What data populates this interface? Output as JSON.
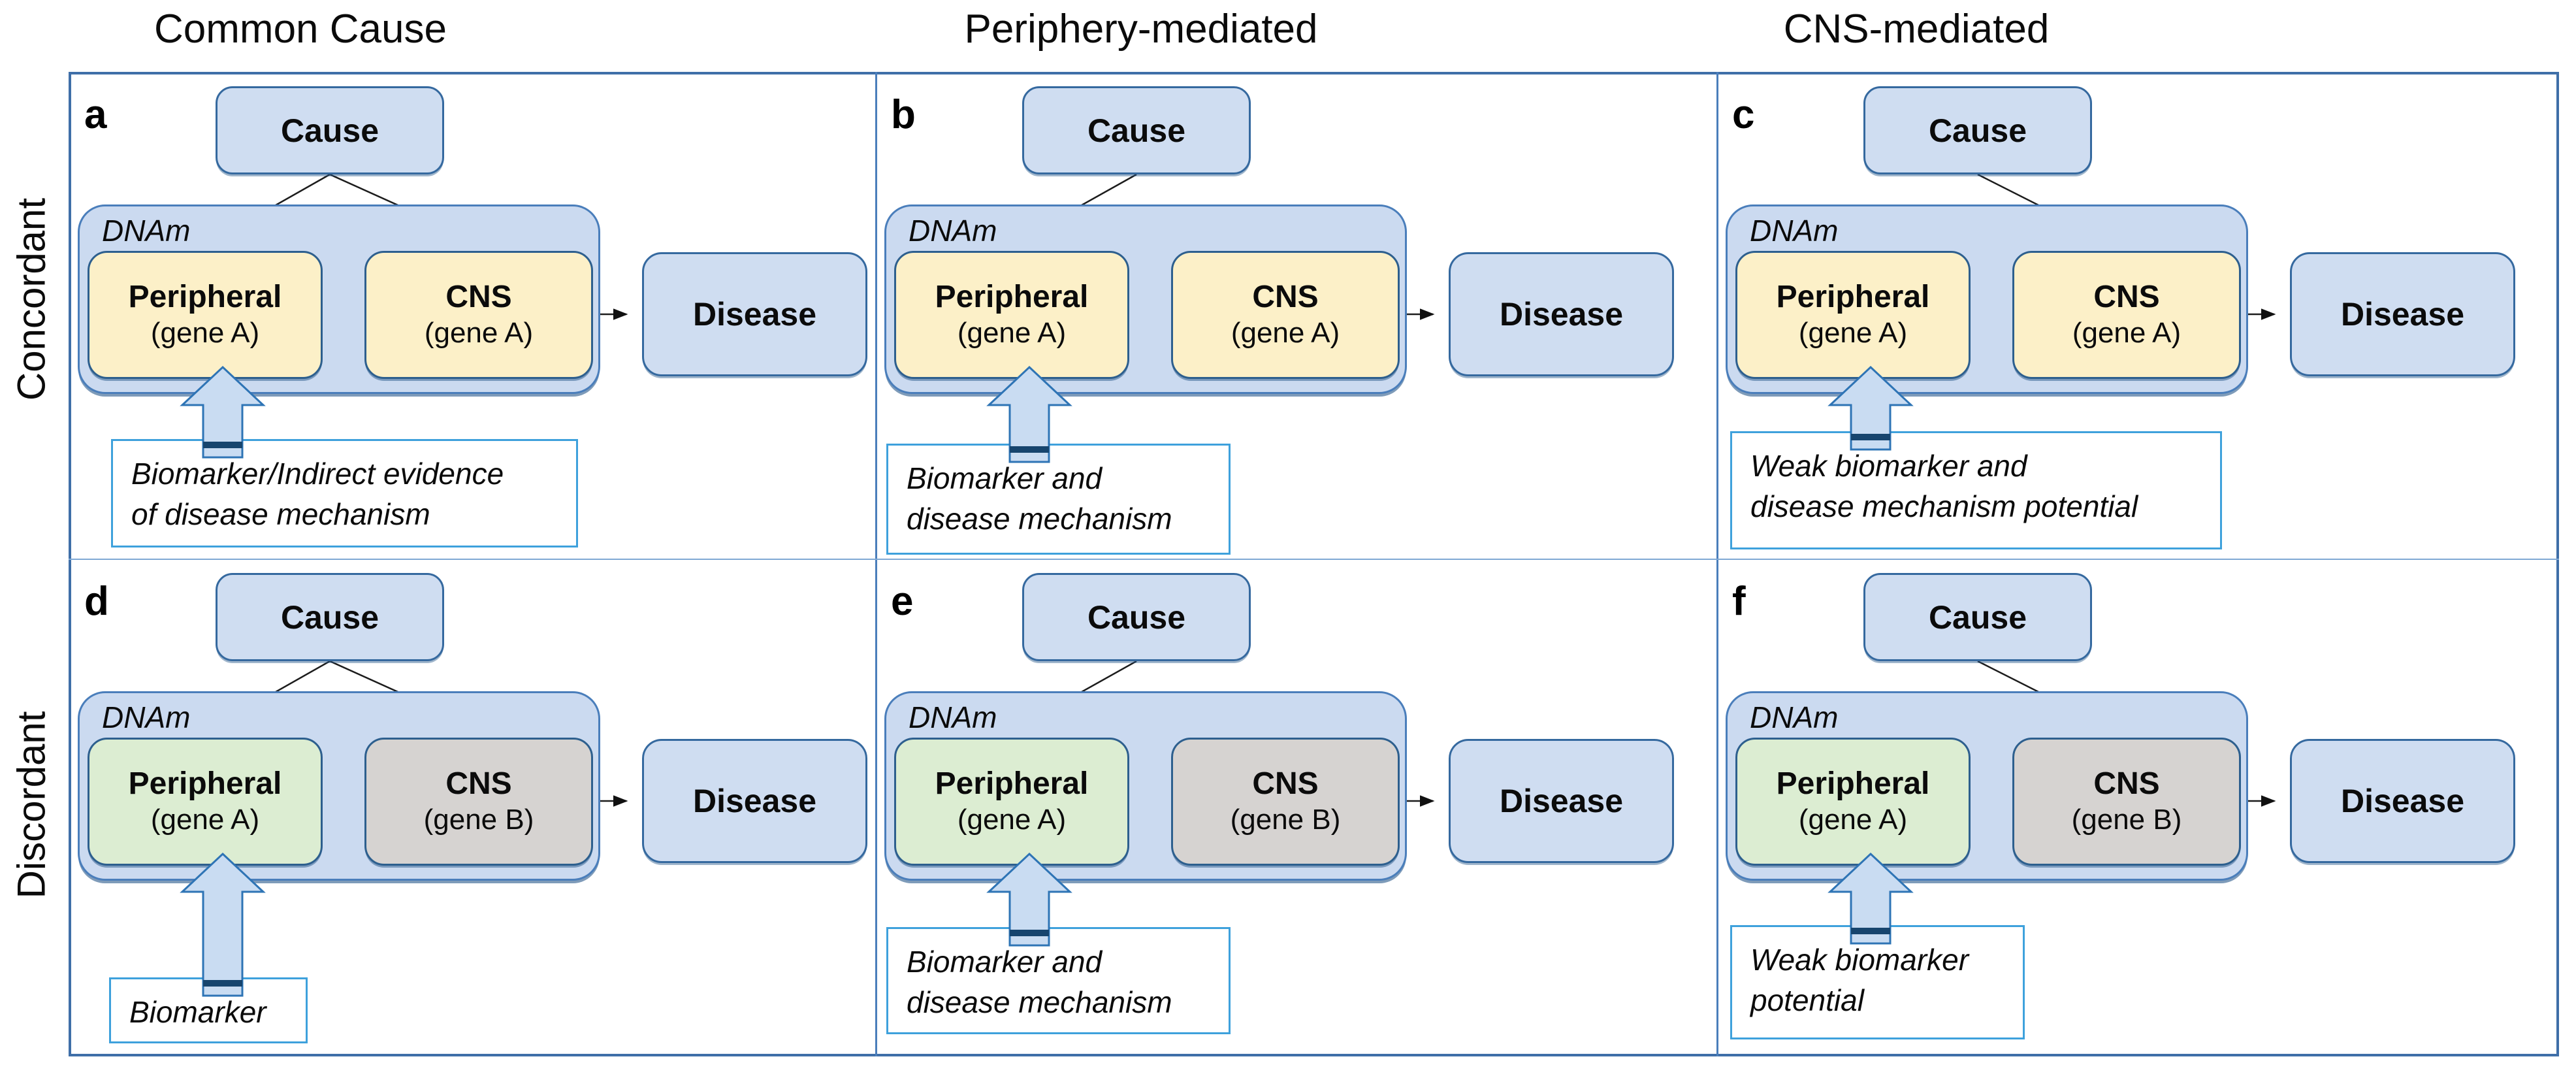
{
  "column_headers": [
    "Common Cause",
    "Periphery-mediated",
    "CNS-mediated"
  ],
  "row_labels": [
    "Concordant",
    "Discordant"
  ],
  "labels": {
    "cause": "Cause",
    "dnam": "DNAm",
    "peripheral": "Peripheral",
    "cns": "CNS",
    "disease": "Disease"
  },
  "panels": {
    "a": {
      "letter": "a",
      "peripheral_gene": "(gene A)",
      "cns_gene": "(gene A)",
      "annotation_lines": [
        "Biomarker/Indirect evidence",
        "of disease mechanism"
      ]
    },
    "b": {
      "letter": "b",
      "peripheral_gene": "(gene A)",
      "cns_gene": "(gene A)",
      "annotation_lines": [
        "Biomarker and",
        "disease mechanism"
      ]
    },
    "c": {
      "letter": "c",
      "peripheral_gene": "(gene A)",
      "cns_gene": "(gene A)",
      "annotation_lines": [
        "Weak biomarker and",
        "disease mechanism potential"
      ]
    },
    "d": {
      "letter": "d",
      "peripheral_gene": "(gene A)",
      "cns_gene": "(gene B)",
      "annotation_lines": [
        "Biomarker"
      ]
    },
    "e": {
      "letter": "e",
      "peripheral_gene": "(gene A)",
      "cns_gene": "(gene B)",
      "annotation_lines": [
        "Biomarker and",
        "disease mechanism"
      ]
    },
    "f": {
      "letter": "f",
      "peripheral_gene": "(gene A)",
      "cns_gene": "(gene B)",
      "annotation_lines": [
        "Weak biomarker",
        "potential"
      ]
    }
  },
  "colors": {
    "table_border": "#3f6fa8",
    "divider": "#4a7ebb",
    "box_blue_fill": "#cfddf1",
    "dnam_container_fill": "#cbdaf0",
    "concordant_node_fill": "#fcf0c8",
    "discordant_peripheral_fill": "#dcedd2",
    "discordant_cns_fill": "#d6d3d1",
    "node_border": "#2d5f8e",
    "annotation_border": "#3ea1dc",
    "block_arrow_fill": "#c9dcf2",
    "block_arrow_stroke": "#2e74b5",
    "block_arrow_band": "#17456e"
  }
}
